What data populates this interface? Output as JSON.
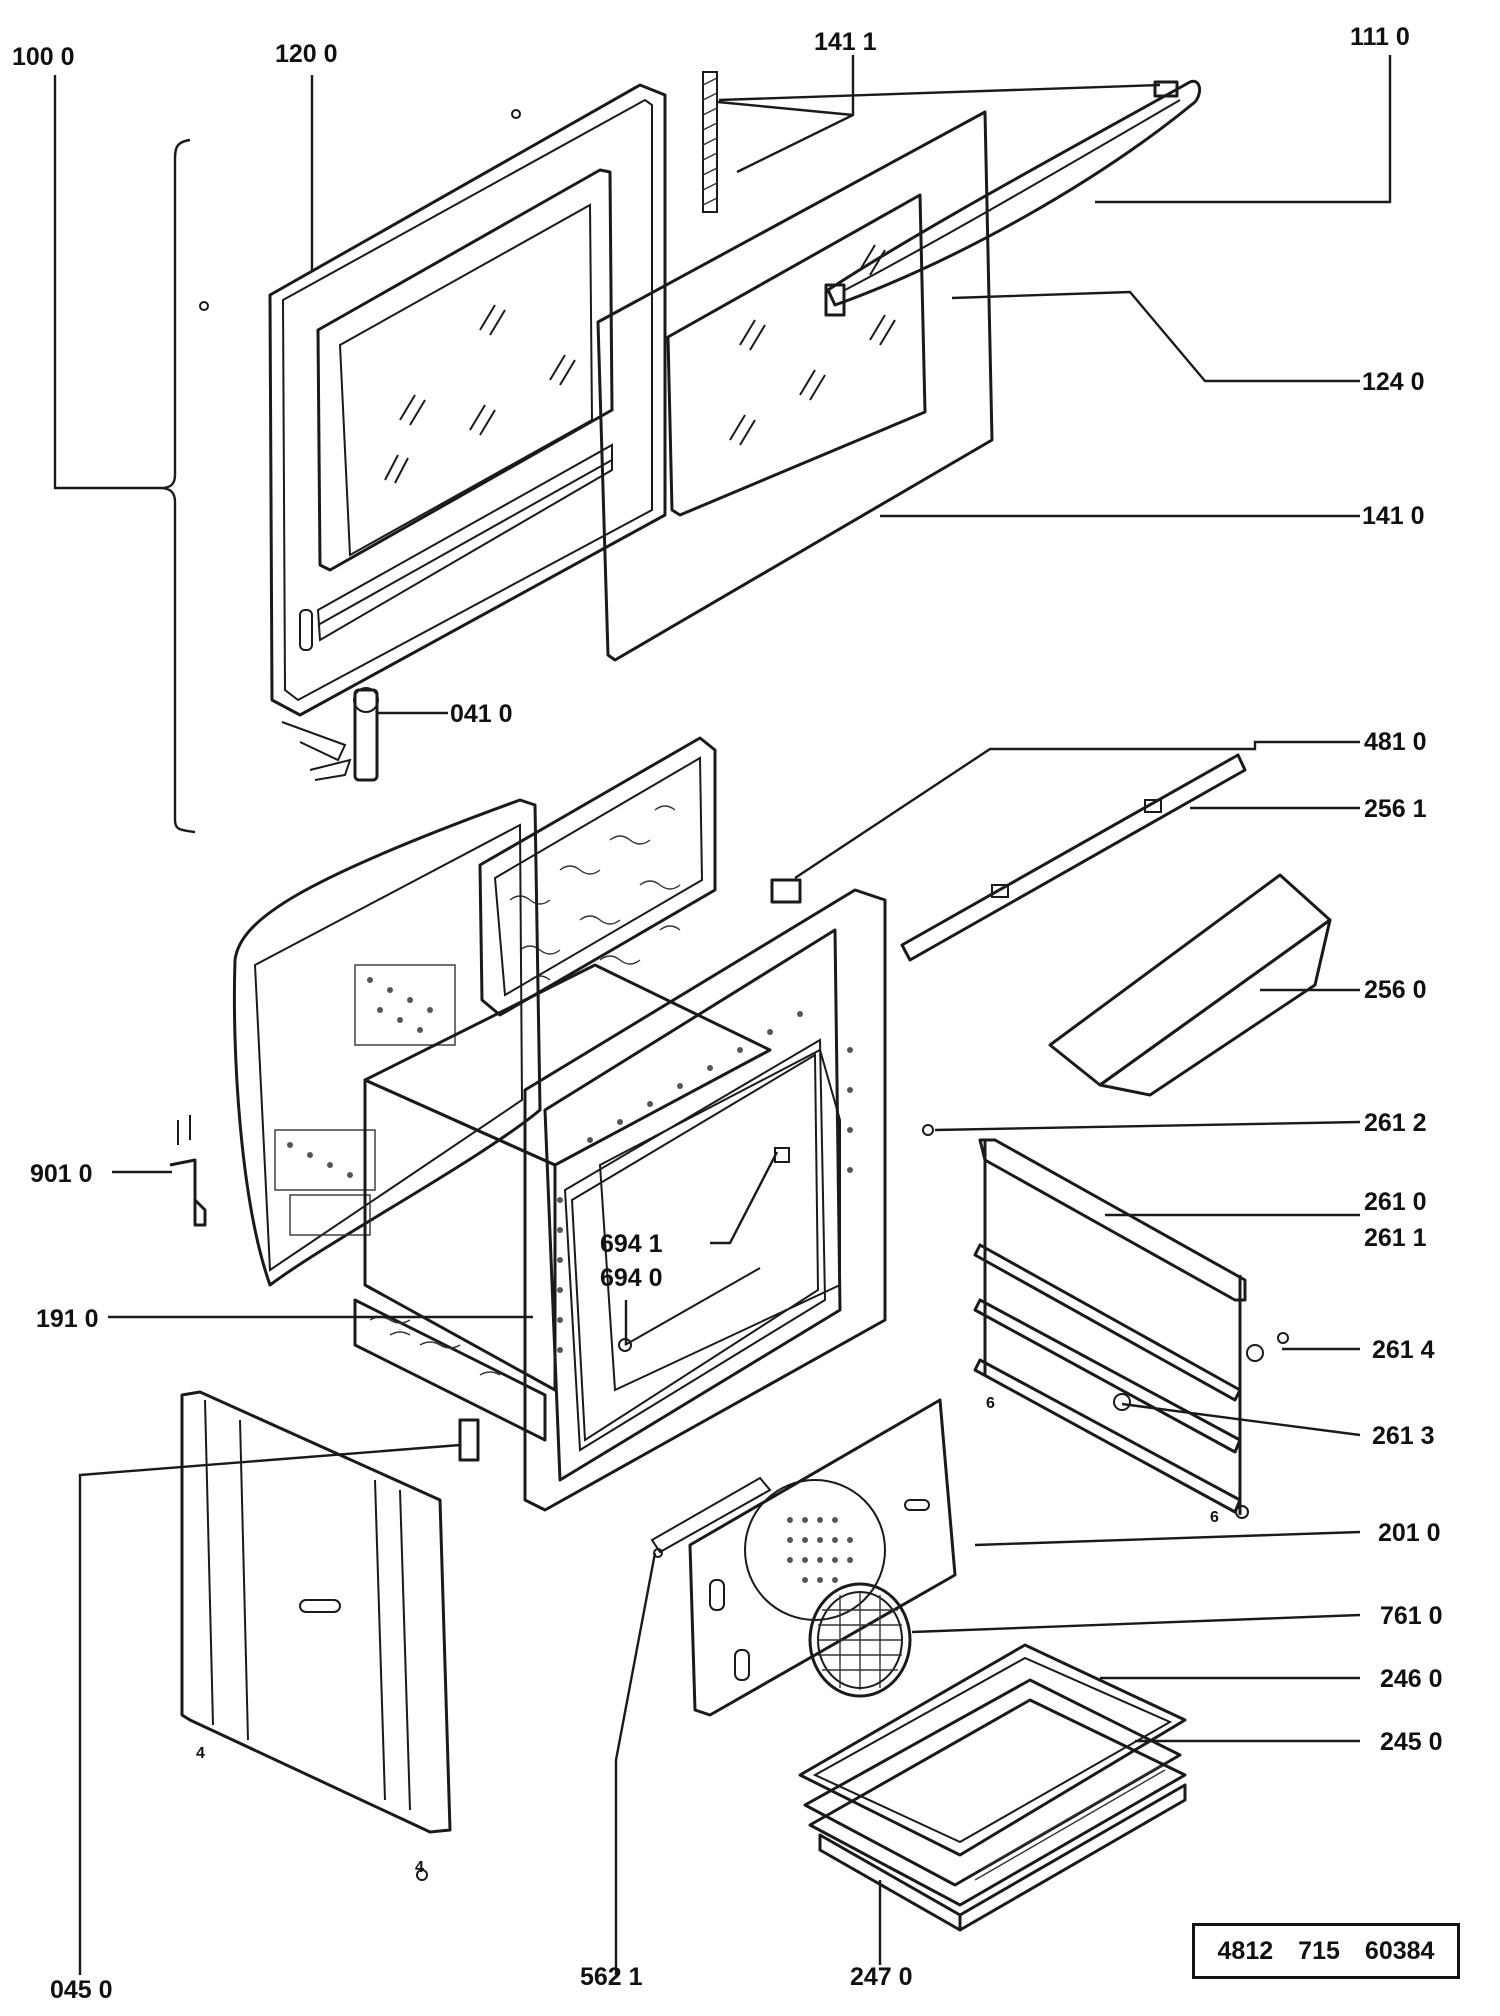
{
  "document_number": [
    "4812",
    "715",
    "60384"
  ],
  "part_labels": {
    "p100_0": "100 0",
    "p120_0": "120  0",
    "p141_1": "141 1",
    "p111_0": "111 0",
    "p124_0": "124 0",
    "p141_0": "141 0",
    "p041_0": "041 0",
    "p481_0": "481 0",
    "p256_1": "256 1",
    "p256_0": "256 0",
    "p261_2": "261 2",
    "p901_0": "901 0",
    "p261_0": "261 0",
    "p261_1": "261 1",
    "p694_1": "694  1",
    "p694_0": "694  0",
    "p191_0": "191 0",
    "p261_4": "261 4",
    "p261_3": "261 3",
    "p201_0": "201 0",
    "p761_0": "761 0",
    "p246_0": "246 0",
    "p245_0": "245 0",
    "p045_0": "045 0",
    "p562_1": "562 1",
    "p247_0": "247  0"
  },
  "marks": {
    "screw_a": "4",
    "screw_b": "4",
    "nut_a": "6",
    "nut_b": "6"
  }
}
